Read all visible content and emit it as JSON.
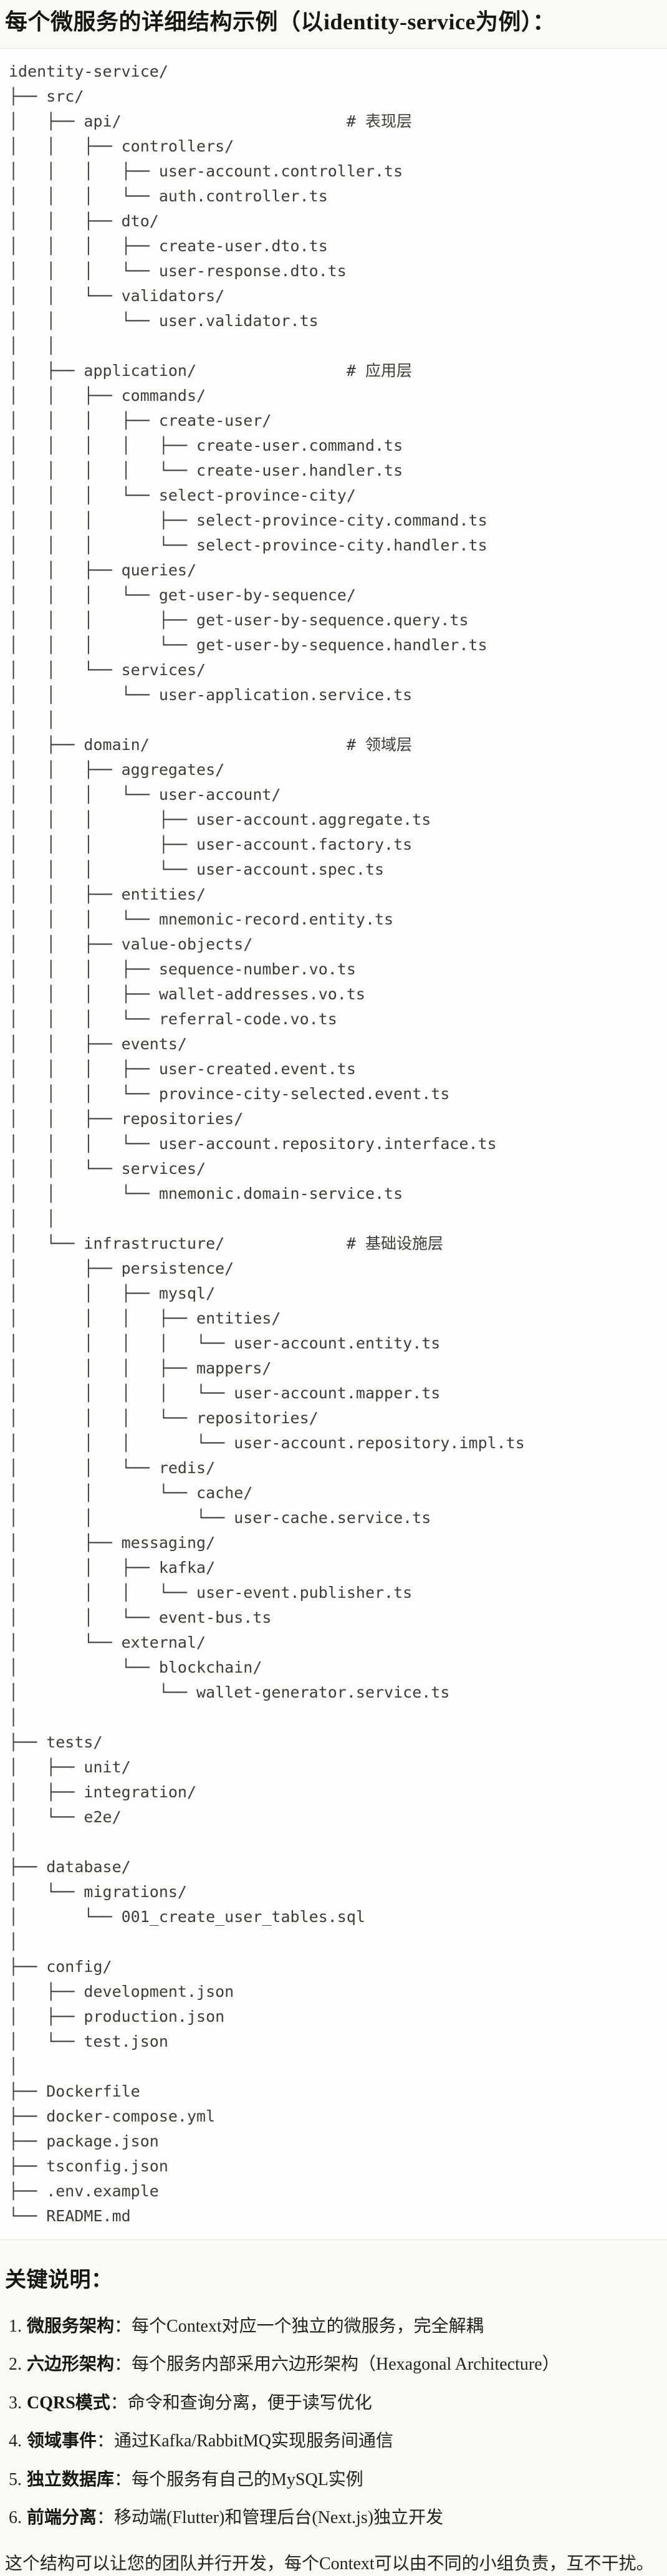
{
  "title": "每个微服务的详细结构示例（以identity-service为例）：",
  "code_block": {
    "language": "text",
    "lines": [
      "identity-service/",
      "├── src/",
      "│   ├── api/                        # 表现层",
      "│   │   ├── controllers/",
      "│   │   │   ├── user-account.controller.ts",
      "│   │   │   └── auth.controller.ts",
      "│   │   ├── dto/",
      "│   │   │   ├── create-user.dto.ts",
      "│   │   │   └── user-response.dto.ts",
      "│   │   └── validators/",
      "│   │       └── user.validator.ts",
      "│   │",
      "│   ├── application/                # 应用层",
      "│   │   ├── commands/",
      "│   │   │   ├── create-user/",
      "│   │   │   │   ├── create-user.command.ts",
      "│   │   │   │   └── create-user.handler.ts",
      "│   │   │   └── select-province-city/",
      "│   │   │       ├── select-province-city.command.ts",
      "│   │   │       └── select-province-city.handler.ts",
      "│   │   ├── queries/",
      "│   │   │   └── get-user-by-sequence/",
      "│   │   │       ├── get-user-by-sequence.query.ts",
      "│   │   │       └── get-user-by-sequence.handler.ts",
      "│   │   └── services/",
      "│   │       └── user-application.service.ts",
      "│   │",
      "│   ├── domain/                     # 领域层",
      "│   │   ├── aggregates/",
      "│   │   │   └── user-account/",
      "│   │   │       ├── user-account.aggregate.ts",
      "│   │   │       ├── user-account.factory.ts",
      "│   │   │       └── user-account.spec.ts",
      "│   │   ├── entities/",
      "│   │   │   └── mnemonic-record.entity.ts",
      "│   │   ├── value-objects/",
      "│   │   │   ├── sequence-number.vo.ts",
      "│   │   │   ├── wallet-addresses.vo.ts",
      "│   │   │   └── referral-code.vo.ts",
      "│   │   ├── events/",
      "│   │   │   ├── user-created.event.ts",
      "│   │   │   └── province-city-selected.event.ts",
      "│   │   ├── repositories/",
      "│   │   │   └── user-account.repository.interface.ts",
      "│   │   └── services/",
      "│   │       └── mnemonic.domain-service.ts",
      "│   │",
      "│   └── infrastructure/             # 基础设施层",
      "│       ├── persistence/",
      "│       │   ├── mysql/",
      "│       │   │   ├── entities/",
      "│       │   │   │   └── user-account.entity.ts",
      "│       │   │   ├── mappers/",
      "│       │   │   │   └── user-account.mapper.ts",
      "│       │   │   └── repositories/",
      "│       │   │       └── user-account.repository.impl.ts",
      "│       │   └── redis/",
      "│       │       └── cache/",
      "│       │           └── user-cache.service.ts",
      "│       ├── messaging/",
      "│       │   ├── kafka/",
      "│       │   │   └── user-event.publisher.ts",
      "│       │   └── event-bus.ts",
      "│       └── external/",
      "│           └── blockchain/",
      "│               └── wallet-generator.service.ts",
      "│",
      "├── tests/",
      "│   ├── unit/",
      "│   ├── integration/",
      "│   └── e2e/",
      "│",
      "├── database/",
      "│   └── migrations/",
      "│       └── 001_create_user_tables.sql",
      "│",
      "├── config/",
      "│   ├── development.json",
      "│   ├── production.json",
      "│   └── test.json",
      "│",
      "├── Dockerfile",
      "├── docker-compose.yml",
      "├── package.json",
      "├── tsconfig.json",
      "├── .env.example",
      "└── README.md"
    ]
  },
  "notes": {
    "heading": "关键说明：",
    "items": [
      {
        "num": "1.",
        "label": "微服务架构",
        "text": "：每个Context对应一个独立的微服务，完全解耦"
      },
      {
        "num": "2.",
        "label": "六边形架构",
        "text": "：每个服务内部采用六边形架构（Hexagonal Architecture）"
      },
      {
        "num": "3.",
        "label": "CQRS模式",
        "text": "：命令和查询分离，便于读写优化"
      },
      {
        "num": "4.",
        "label": "领域事件",
        "text": "：通过Kafka/RabbitMQ实现服务间通信"
      },
      {
        "num": "5.",
        "label": "独立数据库",
        "text": "：每个服务有自己的MySQL实例"
      },
      {
        "num": "6.",
        "label": "前端分离",
        "text": "：移动端(Flutter)和管理后台(Next.js)独立开发"
      }
    ],
    "closing": "这个结构可以让您的团队并行开发，每个Context可以由不同的小组负责，互不干扰。"
  },
  "colors": {
    "page_bg": "#faf9f5",
    "code_bg": "#fdfdfb",
    "border": "#e8e5dd",
    "code_text": "#3d3c38",
    "heading_text": "#161513"
  }
}
